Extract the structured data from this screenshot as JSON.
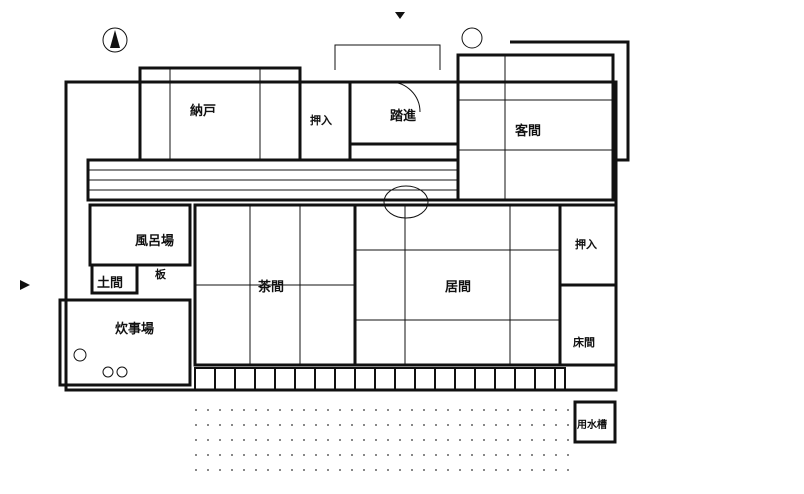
{
  "rooms": {
    "nando": "納戸",
    "oshiire_top": "押入",
    "fumikomi": "踏進",
    "kyakuma": "客間",
    "furoba": "風呂場",
    "doma": "土間",
    "en": "板",
    "chanoma": "茶間",
    "ima": "居間",
    "oshiire_right": "押入",
    "tokonoma": "床間",
    "suijiba": "炊事場",
    "suisou": "用水槽"
  },
  "colors": {
    "line": "#111111",
    "background": "#ffffff"
  }
}
